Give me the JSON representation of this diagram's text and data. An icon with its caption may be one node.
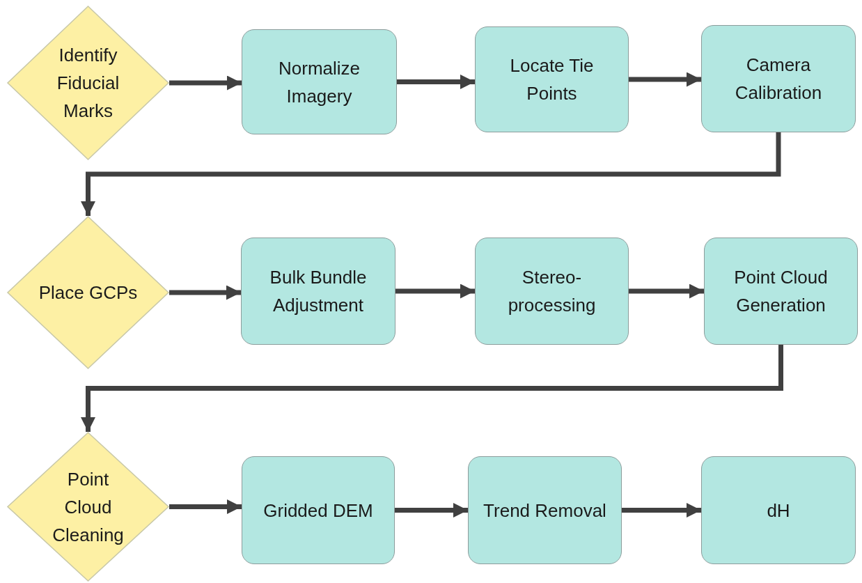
{
  "diagram": {
    "nodes": [
      {
        "text": [
          "Identify Fiducial Marks"
        ]
      },
      {
        "text": [
          "Normalize Imagery"
        ]
      },
      {
        "text": [
          "Locate Tie Points"
        ]
      },
      {
        "text": [
          "Camera Calibration"
        ]
      },
      {
        "text": [
          "Place GCPs"
        ]
      },
      {
        "text": [
          "Bulk Bundle Adjustment"
        ]
      },
      {
        "text": [
          "Stereo-processing"
        ]
      },
      {
        "text": [
          "Point Cloud Generation"
        ]
      },
      {
        "text": [
          "Point Cloud Cleaning"
        ]
      },
      {
        "text": [
          "Gridded DEM"
        ]
      },
      {
        "text": [
          "Trend Removal"
        ]
      },
      {
        "text": [
          "dH"
        ]
      }
    ],
    "edges": [
      {
        "from": 0,
        "to": 1,
        "arrow": "to"
      },
      {
        "from": 1,
        "to": 2,
        "arrow": "to"
      },
      {
        "from": 2,
        "to": 3,
        "arrow": "to"
      },
      {
        "from": 3,
        "to": 4,
        "arrow": "to"
      },
      {
        "from": 4,
        "to": 5,
        "arrow": "to"
      },
      {
        "from": 5,
        "to": 6,
        "arrow": "to"
      },
      {
        "from": 6,
        "to": 7,
        "arrow": "to"
      },
      {
        "from": 7,
        "to": 8,
        "arrow": "to"
      },
      {
        "from": 8,
        "to": 9,
        "arrow": "to"
      },
      {
        "from": 9,
        "to": 10,
        "arrow": "to"
      },
      {
        "from": 10,
        "to": 11,
        "arrow": "to"
      }
    ]
  }
}
